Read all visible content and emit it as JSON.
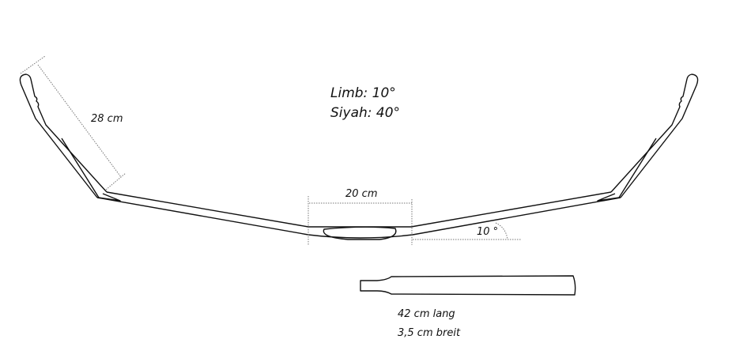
{
  "title_angles": {
    "limb": "Limb: 10°",
    "siyah": "Siyah: 40°"
  },
  "dimensions": {
    "siyah_length": "28 cm",
    "grip_length": "20 cm",
    "limb_angle": "10 °"
  },
  "stave": {
    "length": "42 cm lang",
    "width": "3,5 cm breit"
  },
  "colors": {
    "line": "#111111",
    "dim": "#777777"
  }
}
